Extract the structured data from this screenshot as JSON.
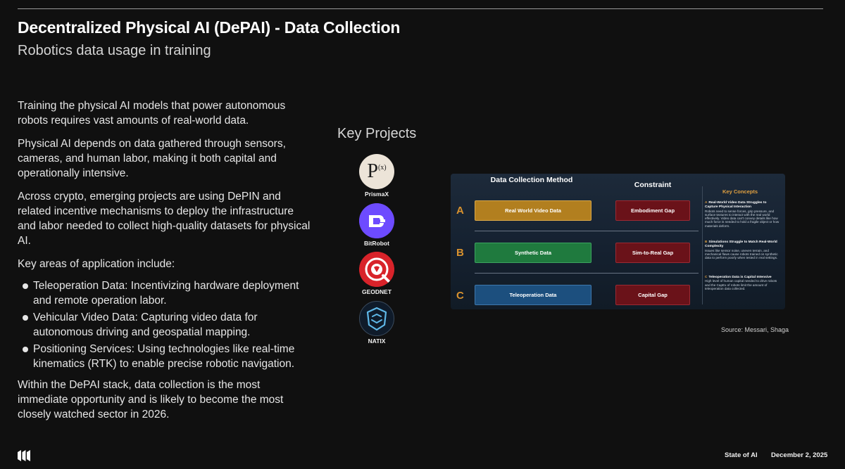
{
  "header": {
    "title": "Decentralized Physical AI (DePAI) - Data Collection",
    "subtitle": "Robotics data usage in training"
  },
  "body": {
    "para1": "Training the physical AI models that power autonomous robots requires vast amounts of real-world data.",
    "para2": "Physical AI depends on data gathered through sensors, cameras, and human labor, making it both capital and operationally intensive.",
    "para3": "Across crypto, emerging projects are using DePIN and related incentive mechanisms to deploy the infrastructure and labor needed to collect high-quality datasets for physical AI.",
    "para4": "Key areas of application include:",
    "bullets": [
      "Teleoperation Data: Incentivizing hardware deployment and remote operation labor.",
      "Vehicular Video Data: Capturing video data for autonomous driving and geospatial mapping.",
      "Positioning Services: Using technologies like real-time kinematics (RTK) to enable precise robotic navigation."
    ],
    "para5": "Within the DePAI stack, data collection is the most immediate opportunity and is likely to become the most closely watched sector in 2026."
  },
  "key_projects": {
    "title": "Key Projects",
    "items": [
      {
        "name": "PrismaX",
        "icon": "prismax-logo-icon",
        "glyph": "P",
        "glyph_sup": "(x)"
      },
      {
        "name": "BitRobot",
        "icon": "bitrobot-logo-icon"
      },
      {
        "name": "GEODNET",
        "icon": "geodnet-logo-icon"
      },
      {
        "name": "NATIX",
        "icon": "natix-logo-icon"
      }
    ]
  },
  "figure": {
    "col_method": "Data Collection Method",
    "col_constraint": "Constraint",
    "rows": [
      {
        "letter": "A",
        "method": "Real World Video Data",
        "constraint": "Embodiment Gap",
        "color": "#b27f1f"
      },
      {
        "letter": "B",
        "method": "Synthetic Data",
        "constraint": "Sim-to-Real Gap",
        "color": "#1f7a3e"
      },
      {
        "letter": "C",
        "method": "Teleoperation Data",
        "constraint": "Capital Gap",
        "color": "#1c4f7e"
      }
    ],
    "key_concepts": {
      "title": "Key Concepts",
      "items": [
        {
          "letter": "A",
          "heading": "Real-World Video Data Struggles to Capture Physical Interaction",
          "text": "Robots need to sense forces, grip pressure, and surface textures to interact with the real world effectively. Video data can't convey details like how much force is needed to hold a fragile object or how materials deform."
        },
        {
          "letter": "B",
          "heading": "Simulations Struggle to Match Real-World Complexity",
          "text": "Issues like sensor noise, uneven terrain, and mechanical flaws cause robots trained on synthetic data to perform poorly when tested in real settings."
        },
        {
          "letter": "C",
          "heading": "Teleoperation Data is Capital Intensive",
          "text": "High level of human capital needed to drive robots and the CapEx of robots limit the amount of teleoperation data collected."
        }
      ]
    }
  },
  "source": "Source: Messari, Shaga",
  "footer": {
    "report": "State of AI",
    "date": "December 2, 2025",
    "logo_icon": "messari-logo-icon"
  },
  "colors": {
    "background": "#101010",
    "accent_orange": "#d9922e",
    "constraint_red": "#6a1219"
  }
}
